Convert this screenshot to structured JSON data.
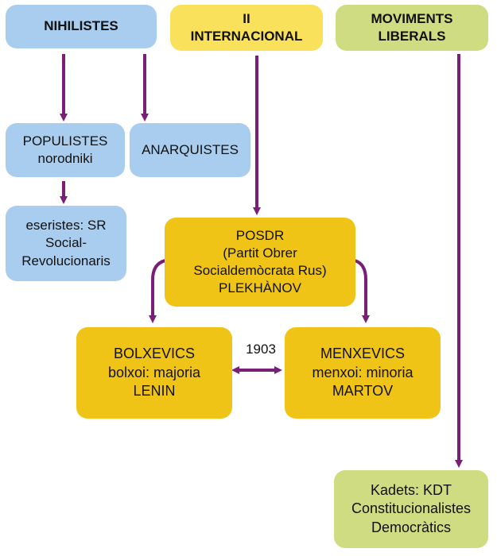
{
  "nodes": {
    "nihilistes": [
      "NIHILISTES"
    ],
    "internacional": [
      "II",
      "INTERNACIONAL"
    ],
    "moviments": [
      "MOVIMENTS",
      "LIBERALS"
    ],
    "populistes": [
      "POPULISTES",
      "norodniki"
    ],
    "anarquistes": [
      "ANARQUISTES"
    ],
    "eseristes": [
      "eseristes: SR",
      "Social-",
      "Revolucionaris"
    ],
    "posdr": [
      "POSDR",
      "(Partit Obrer",
      "Socialdemòcrata Rus)",
      "PLEKHÀNOV"
    ],
    "bolxevics": [
      "BOLXEVICS",
      "bolxoi: majoria",
      "LENIN"
    ],
    "menxevics": [
      "MENXEVICS",
      "menxoi: minoria",
      "MARTOV"
    ],
    "kadets": [
      "Kadets: KDT",
      "Constitucionalistes",
      "Democràtics"
    ]
  },
  "split_year": "1903",
  "colors": {
    "blue": "#a9cdee",
    "yellow": "#fae15b",
    "green": "#cfdc82",
    "gold": "#f0c417",
    "arrow": "#7a1f78"
  }
}
